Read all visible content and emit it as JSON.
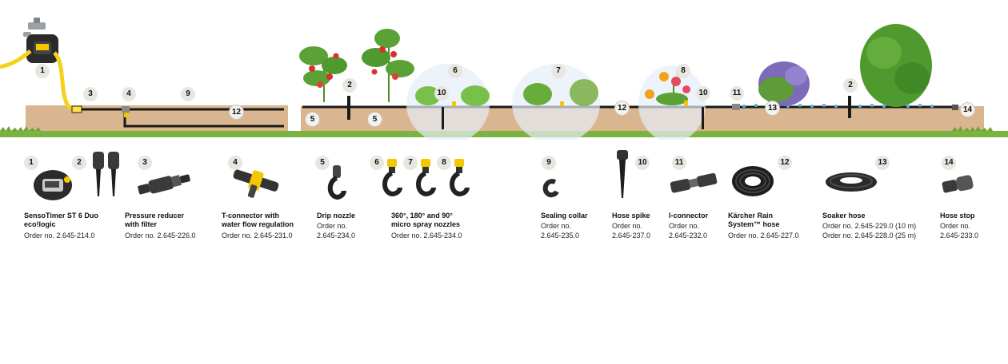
{
  "scene_labels": [
    "1",
    "2",
    "3",
    "4",
    "5",
    "5",
    "6",
    "7",
    "8",
    "9",
    "10",
    "10",
    "11",
    "12",
    "12",
    "13",
    "14",
    "2"
  ],
  "products": [
    {
      "nums": [
        "1",
        "2"
      ],
      "name_lines": [
        "SensoTimer ST 6 Duo",
        "eco!logic"
      ],
      "order_lines": [
        "Order no. 2.645-214.0"
      ],
      "icon": "timer-icon"
    },
    {
      "nums": [
        "3"
      ],
      "name_lines": [
        "Pressure reducer",
        "with filter"
      ],
      "order_lines": [
        "Order no. 2.645-226.0"
      ],
      "icon": "pressure-reducer-icon"
    },
    {
      "nums": [
        "4"
      ],
      "name_lines": [
        "T-connector with",
        "water flow regulation"
      ],
      "order_lines": [
        "Order no. 2.645-231.0"
      ],
      "icon": "t-connector-icon"
    },
    {
      "nums": [
        "5"
      ],
      "name_lines": [
        "Drip nozzle"
      ],
      "order_lines": [
        "Order no.",
        "2.645-234.0"
      ],
      "icon": "drip-nozzle-icon"
    },
    {
      "nums": [
        "6",
        "7",
        "8"
      ],
      "name_lines": [
        "360°, 180° and 90°",
        "micro spray nozzles"
      ],
      "order_lines": [
        "Order no. 2.645-234.0"
      ],
      "icon": "spray-nozzle-icon"
    },
    {
      "nums": [
        "9"
      ],
      "name_lines": [
        "Sealing collar"
      ],
      "order_lines": [
        "Order no.",
        "2.645-235.0"
      ],
      "icon": "sealing-collar-icon"
    },
    {
      "nums": [
        "10"
      ],
      "name_lines": [
        "Hose spike"
      ],
      "order_lines": [
        "Order no.",
        "2.645-237.0"
      ],
      "icon": "hose-spike-icon"
    },
    {
      "nums": [
        "11"
      ],
      "name_lines": [
        "I-connector"
      ],
      "order_lines": [
        "Order no.",
        "2.645-232.0"
      ],
      "icon": "i-connector-icon"
    },
    {
      "nums": [
        "12"
      ],
      "name_lines": [
        "Kärcher Rain",
        "System™ hose"
      ],
      "order_lines": [
        "Order no. 2.645-227.0"
      ],
      "icon": "hose-coil-icon"
    },
    {
      "nums": [
        "13"
      ],
      "name_lines": [
        "Soaker hose"
      ],
      "order_lines": [
        "Order no. 2.645-229.0 (10 m)",
        "Order no. 2.645-228.0 (25 m)"
      ],
      "icon": "soaker-hose-icon"
    },
    {
      "nums": [
        "14"
      ],
      "name_lines": [
        "Hose stop"
      ],
      "order_lines": [
        "Order no.",
        "2.645-233.0"
      ],
      "icon": "hose-stop-icon"
    }
  ],
  "colors": {
    "soil": "#d9b68f",
    "grass": "#7bb340",
    "hose": "#1a1a1a",
    "yellow_hose": "#f3d21a",
    "accent": "#f3c800"
  }
}
